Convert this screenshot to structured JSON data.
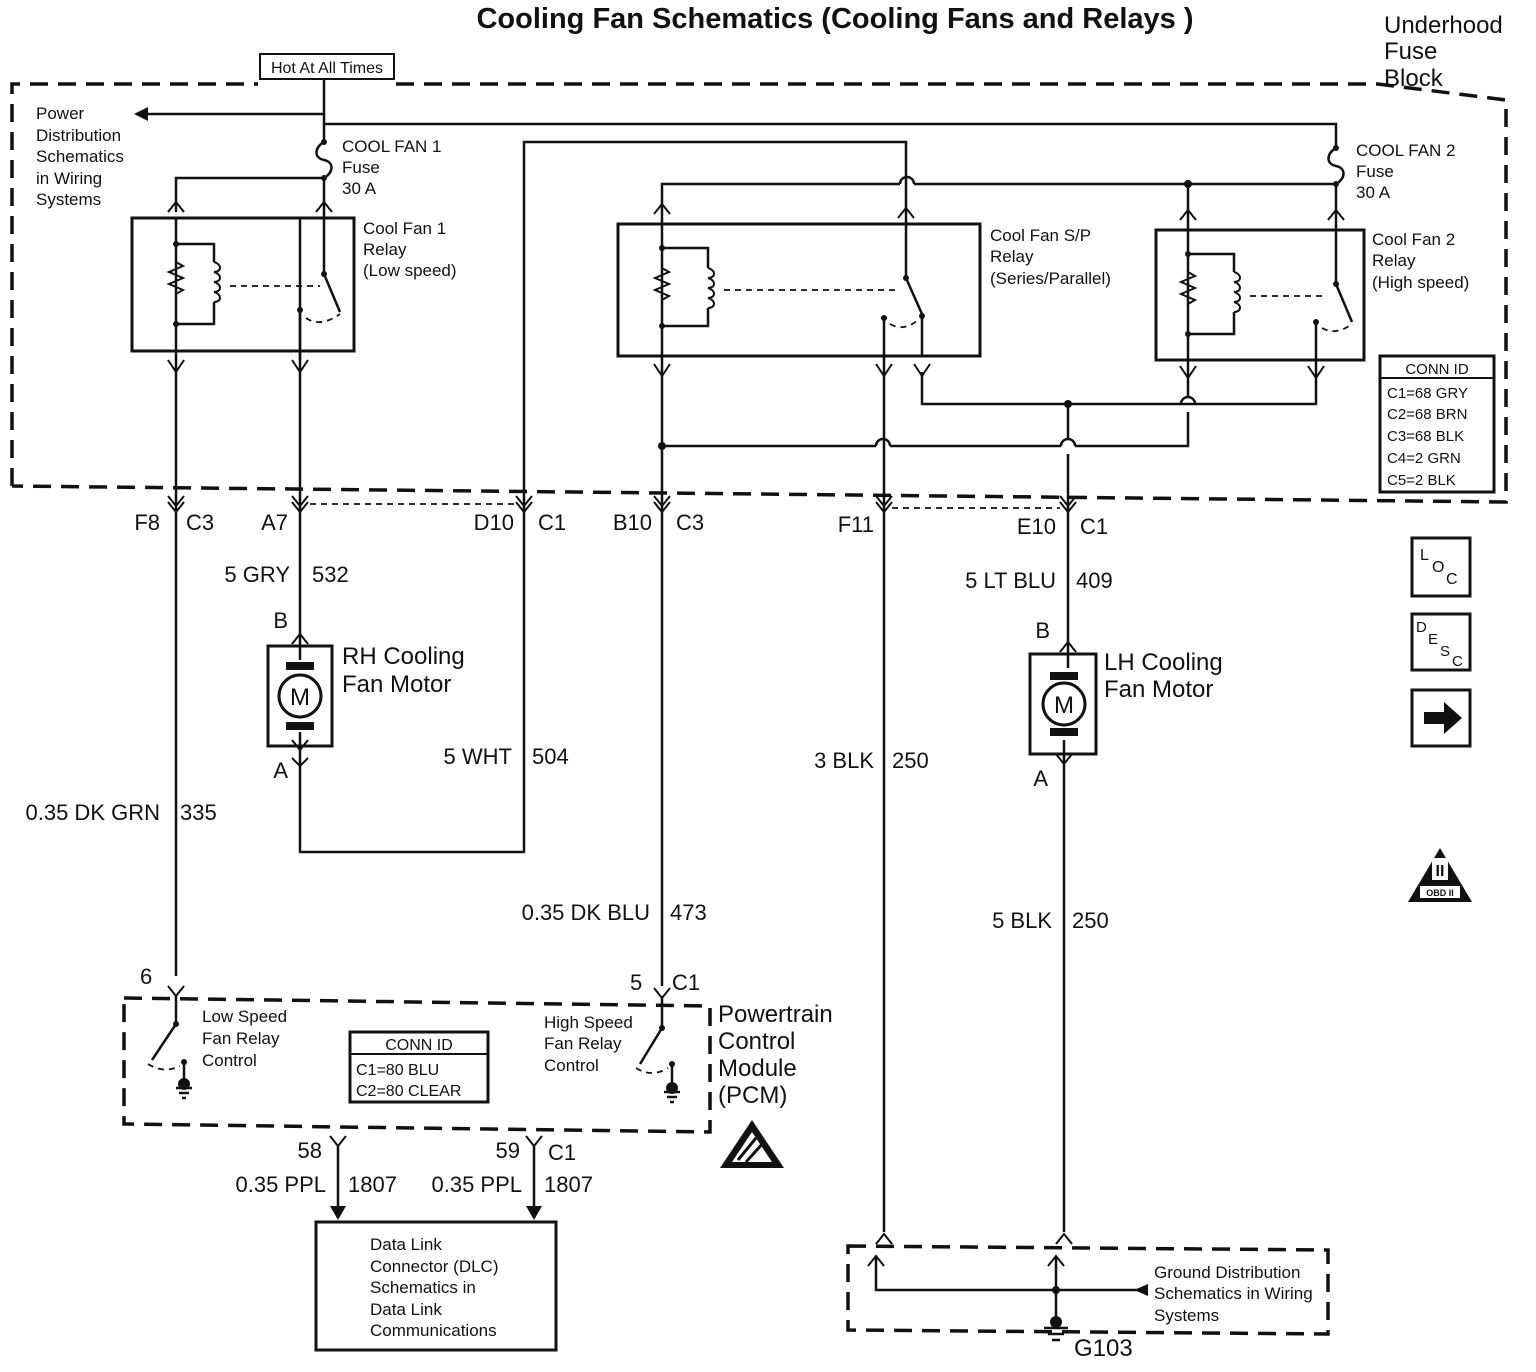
{
  "title": "Cooling Fan Schematics (Cooling Fans and Relays )",
  "fuse_block_label": [
    "Underhood",
    "Fuse",
    "Block"
  ],
  "hot_label": "Hot At All Times",
  "power_dist_label": [
    "Power",
    "Distribution",
    "Schematics",
    "in Wiring",
    "Systems"
  ],
  "fuse1": [
    "COOL FAN 1",
    "Fuse",
    "30 A"
  ],
  "fuse2": [
    "COOL FAN 2",
    "Fuse",
    "30 A"
  ],
  "relay1": [
    "Cool Fan 1",
    "Relay",
    "(Low speed)"
  ],
  "relay_sp": [
    "Cool Fan S/P",
    "Relay",
    "(Series/Parallel)"
  ],
  "relay2": [
    "Cool Fan 2",
    "Relay",
    "(High speed)"
  ],
  "conn_id_fuse": {
    "header": "CONN ID",
    "rows": [
      "C1=68 GRY",
      "C2=68 BRN",
      "C3=68 BLK",
      "C4=2 GRN",
      "C5=2 BLK"
    ]
  },
  "pins": {
    "f8": "F8",
    "f8c": "C3",
    "a7": "A7",
    "d10": "D10",
    "d10c": "C1",
    "b10": "B10",
    "b10c": "C3",
    "f11": "F11",
    "e10": "E10",
    "e10c": "C1"
  },
  "wires": {
    "w532": [
      "5 GRY",
      "532"
    ],
    "w504": [
      "5 WHT",
      "504"
    ],
    "w335": [
      "0.35 DK GRN",
      "335"
    ],
    "w473": [
      "0.35 DK BLU",
      "473"
    ],
    "w250a": [
      "3 BLK",
      "250"
    ],
    "w409": [
      "5 LT BLU",
      "409"
    ],
    "w250b": [
      "5 BLK",
      "250"
    ],
    "w1807a": [
      "0.35 PPL",
      "1807"
    ],
    "w1807b": [
      "0.35 PPL",
      "1807"
    ]
  },
  "rh_motor": {
    "name": [
      "RH Cooling",
      "Fan Motor"
    ],
    "pin_b": "B",
    "pin_a": "A",
    "symbol": "M"
  },
  "lh_motor": {
    "name": [
      "LH Cooling",
      "Fan Motor"
    ],
    "pin_b": "B",
    "pin_a": "A",
    "symbol": "M"
  },
  "pcm": {
    "name": [
      "Powertrain",
      "Control",
      "Module",
      "(PCM)"
    ],
    "low_ctrl": [
      "Low Speed",
      "Fan Relay",
      "Control"
    ],
    "high_ctrl": [
      "High Speed",
      "Fan Relay",
      "Control"
    ],
    "pin6": "6",
    "pin5": "5",
    "pin5c": "C1",
    "pin58": "58",
    "pin59": "59",
    "pin59c": "C1",
    "conn_id": {
      "header": "CONN ID",
      "rows": [
        "C1=80 BLU",
        "C2=80 CLEAR"
      ]
    }
  },
  "dlc": [
    "Data Link",
    "Connector (DLC)",
    "Schematics in",
    "Data Link",
    "Communications"
  ],
  "ground_dist": [
    "Ground Distribution",
    "Schematics in Wiring",
    "Systems"
  ],
  "ground_label": "G103",
  "nav_icons": {
    "loc": [
      "L",
      "O",
      "C"
    ],
    "desc": [
      "D",
      "E",
      "S",
      "C"
    ],
    "arrow": "next-arrow-icon"
  },
  "obd_badge": [
    "II",
    "OBD II"
  ]
}
